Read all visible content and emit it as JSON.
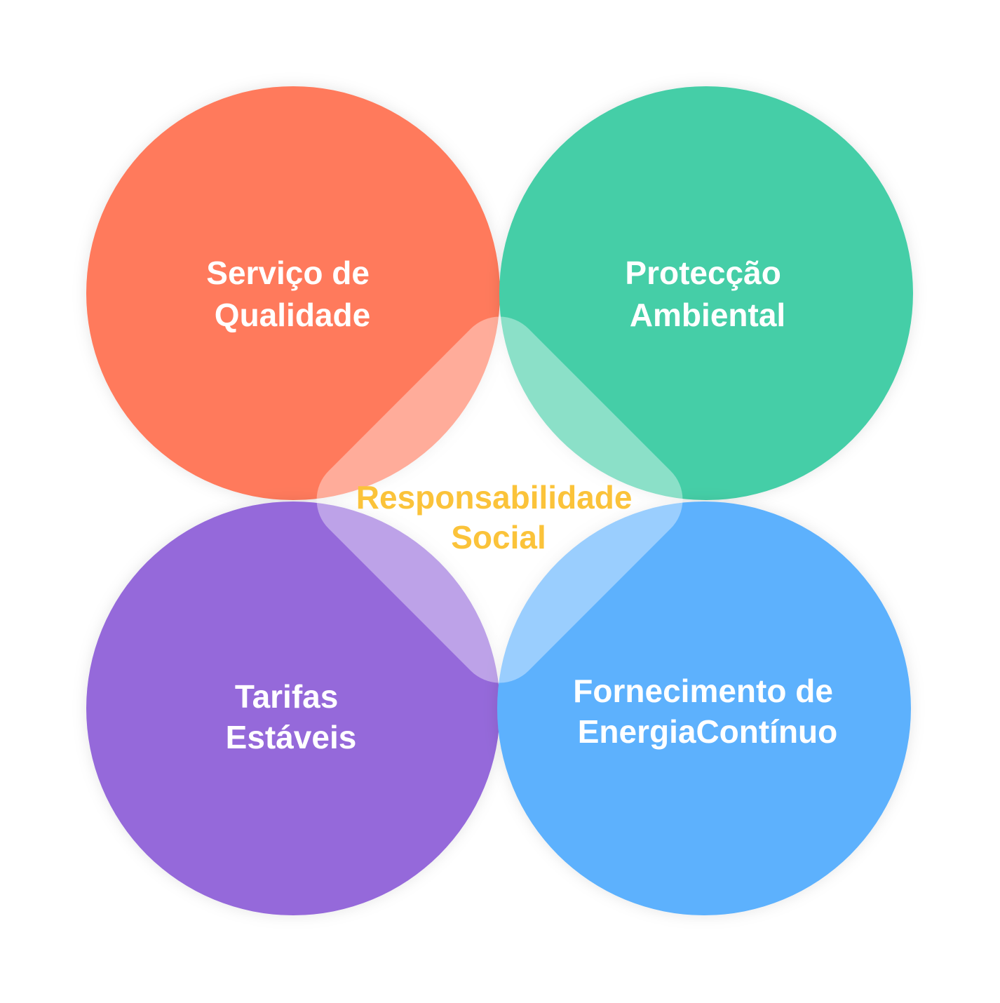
{
  "diagram": {
    "center": {
      "lines": [
        "Responsabilidade",
        "Social"
      ],
      "color": "#FBC33A"
    },
    "circles": [
      {
        "id": "top-left",
        "lines": [
          "Serviço de",
          "Qualidade"
        ],
        "color": "#FF7A5C"
      },
      {
        "id": "top-right",
        "lines": [
          "Protecção",
          "Ambiental"
        ],
        "color": "#45CEA7"
      },
      {
        "id": "bottom-left",
        "lines": [
          "Tarifas",
          "Estáveis"
        ],
        "color": "#9569DA"
      },
      {
        "id": "bottom-right",
        "lines": [
          "Fornecimento de",
          "EnergiaContínuo"
        ],
        "color": "#5DB1FD"
      }
    ],
    "overlap_color": "#FFFFFF",
    "background": "#FFFFFF"
  }
}
